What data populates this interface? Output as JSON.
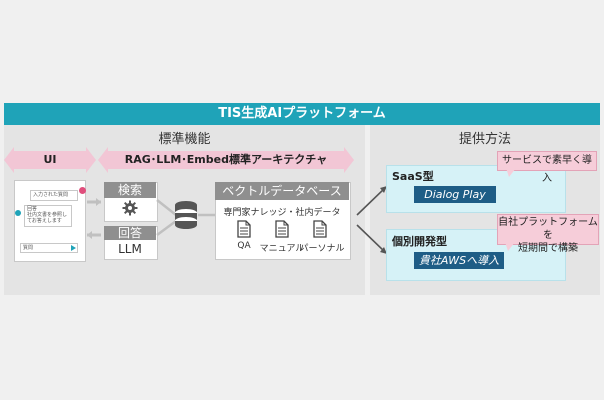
{
  "header": {
    "title": "TIS生成AIプラットフォーム"
  },
  "left": {
    "title": "標準機能",
    "ui_bar": "UI",
    "stack_bar": "RAG･LLM･Embed標準アーキテクチャ",
    "chat": {
      "msg1": "入力された質問",
      "msg2_l1": "回答",
      "msg2_l2": "社内文書を参照してお答えします",
      "input_label": "質問"
    },
    "search_label": "検索",
    "answer_label": "回答",
    "llm_label": "LLM",
    "vdb": {
      "title": "ベクトルデータベース",
      "subtitle": "専門家ナレッジ・社内データ",
      "docs": [
        "QA",
        "マニュアル",
        "パーソナル"
      ]
    }
  },
  "right": {
    "title": "提供方法",
    "saas": {
      "label": "SaaS型",
      "product": "Dialog Play",
      "callout": "サービスで素早く導入"
    },
    "custom": {
      "label": "個別開発型",
      "product": "貴社AWSへ導入",
      "callout_l1": "自社プラットフォームを",
      "callout_l2": "短期間で構築"
    }
  }
}
